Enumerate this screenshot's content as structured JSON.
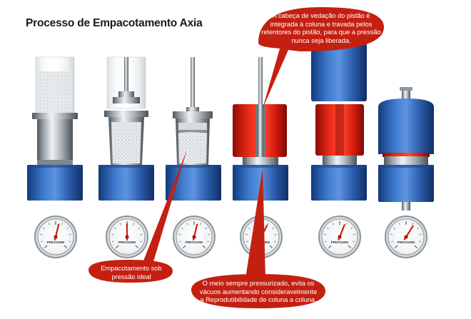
{
  "title": "Processo de Empacotamento Axia",
  "callouts": {
    "top": "A cabeça de vedação do pistão é integrada à coluna e travada pelos retentores do pistão, para que a pressão nunca seja liberada.",
    "left": "Empacotamento sob pressão ideal",
    "bottom": "O meio sempre pressurizado, evita os vácuos aumentando consideravelmente a Reprodutibilidade de coluna a coluna."
  },
  "gauge_label": "PRESSURE",
  "stages": [
    {
      "id": 1,
      "gauge_level": 0.55
    },
    {
      "id": 2,
      "gauge_level": 0.5
    },
    {
      "id": 3,
      "gauge_level": 0.55
    },
    {
      "id": 4,
      "gauge_level": 0.6
    },
    {
      "id": 5,
      "gauge_level": 0.58
    },
    {
      "id": 6,
      "gauge_level": 0.62
    }
  ],
  "colors": {
    "callout_red": "#c42012",
    "base_blue": "#2d63b5",
    "clamp_red": "#e01a10",
    "steel": "#aeb6bc"
  }
}
